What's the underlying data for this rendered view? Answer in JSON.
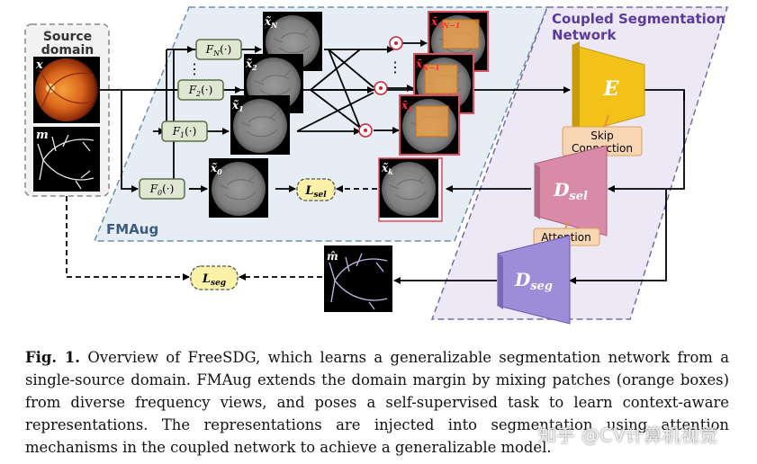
{
  "source_domain": {
    "title_line1": "Source",
    "title_line2": "domain",
    "image_label": "x",
    "mask_label": "m"
  },
  "fmaug": {
    "label": "FMAug"
  },
  "coupled": {
    "title_line1": "Coupled Segmentation",
    "title_line2": "Network"
  },
  "filters": [
    {
      "name": "F",
      "sub": "N",
      "suffix": "(·)"
    },
    {
      "name": "F",
      "sub": "2",
      "suffix": "(·)"
    },
    {
      "name": "F",
      "sub": "1",
      "suffix": "(·)"
    },
    {
      "name": "F",
      "sub": "0",
      "suffix": "(·)"
    }
  ],
  "views": [
    {
      "base": "x̃",
      "sub": "N"
    },
    {
      "base": "x̃",
      "sub": "2"
    },
    {
      "base": "x̃",
      "sub": "1"
    },
    {
      "base": "x̃",
      "sub": "0"
    }
  ],
  "mixed": [
    {
      "base": "x̄",
      "sub": "2N−1"
    },
    {
      "base": "x̄",
      "sub": "N−1"
    },
    {
      "base": "x̄",
      "sub": "1"
    }
  ],
  "xk": {
    "base": "x̃",
    "sub": "k"
  },
  "mhat": {
    "base": "m̂"
  },
  "loss_sel": {
    "base": "L",
    "sub": "sel"
  },
  "loss_seg": {
    "base": "L",
    "sub": "seg"
  },
  "encoder": {
    "label": "E"
  },
  "d_sel": {
    "base": "D",
    "sub": "sel"
  },
  "d_seg": {
    "base": "D",
    "sub": "seg"
  },
  "skip": {
    "line1": "Skip",
    "line2": "Connection"
  },
  "attention": {
    "label": "Attention"
  },
  "dots": "⋮",
  "multiply": "⊙",
  "caption": {
    "fig": "Fig. 1.",
    "text": "Overview of FreeSDG, which learns a generalizable segmentation network from a single-source domain. FMAug extends the domain margin by mixing patches (orange boxes) from diverse frequency views, and poses a self-supervised task to learn context-aware representations. The representations are injected into segmentation using attention mechanisms in the coupled network to achieve a generalizable model."
  },
  "watermark": "知乎 @CV计算机视觉",
  "colors": {
    "fmaug_fill": "#e6edf5",
    "fmaug_border": "#6f8fb0",
    "coupled_fill": "#ece8f5",
    "coupled_border": "#7a6aa8",
    "filter_fill": "#dfe7d2",
    "filter_border": "#5a6e4a",
    "encoder": "#f2c21a",
    "d_sel": "#d98aa6",
    "d_seg": "#9d8cd8",
    "skip_fill": "#f8d6b4",
    "loss_fill": "#fbf2a8",
    "mix_border": "#e04c5c",
    "orange_patch": "#f0a040"
  }
}
